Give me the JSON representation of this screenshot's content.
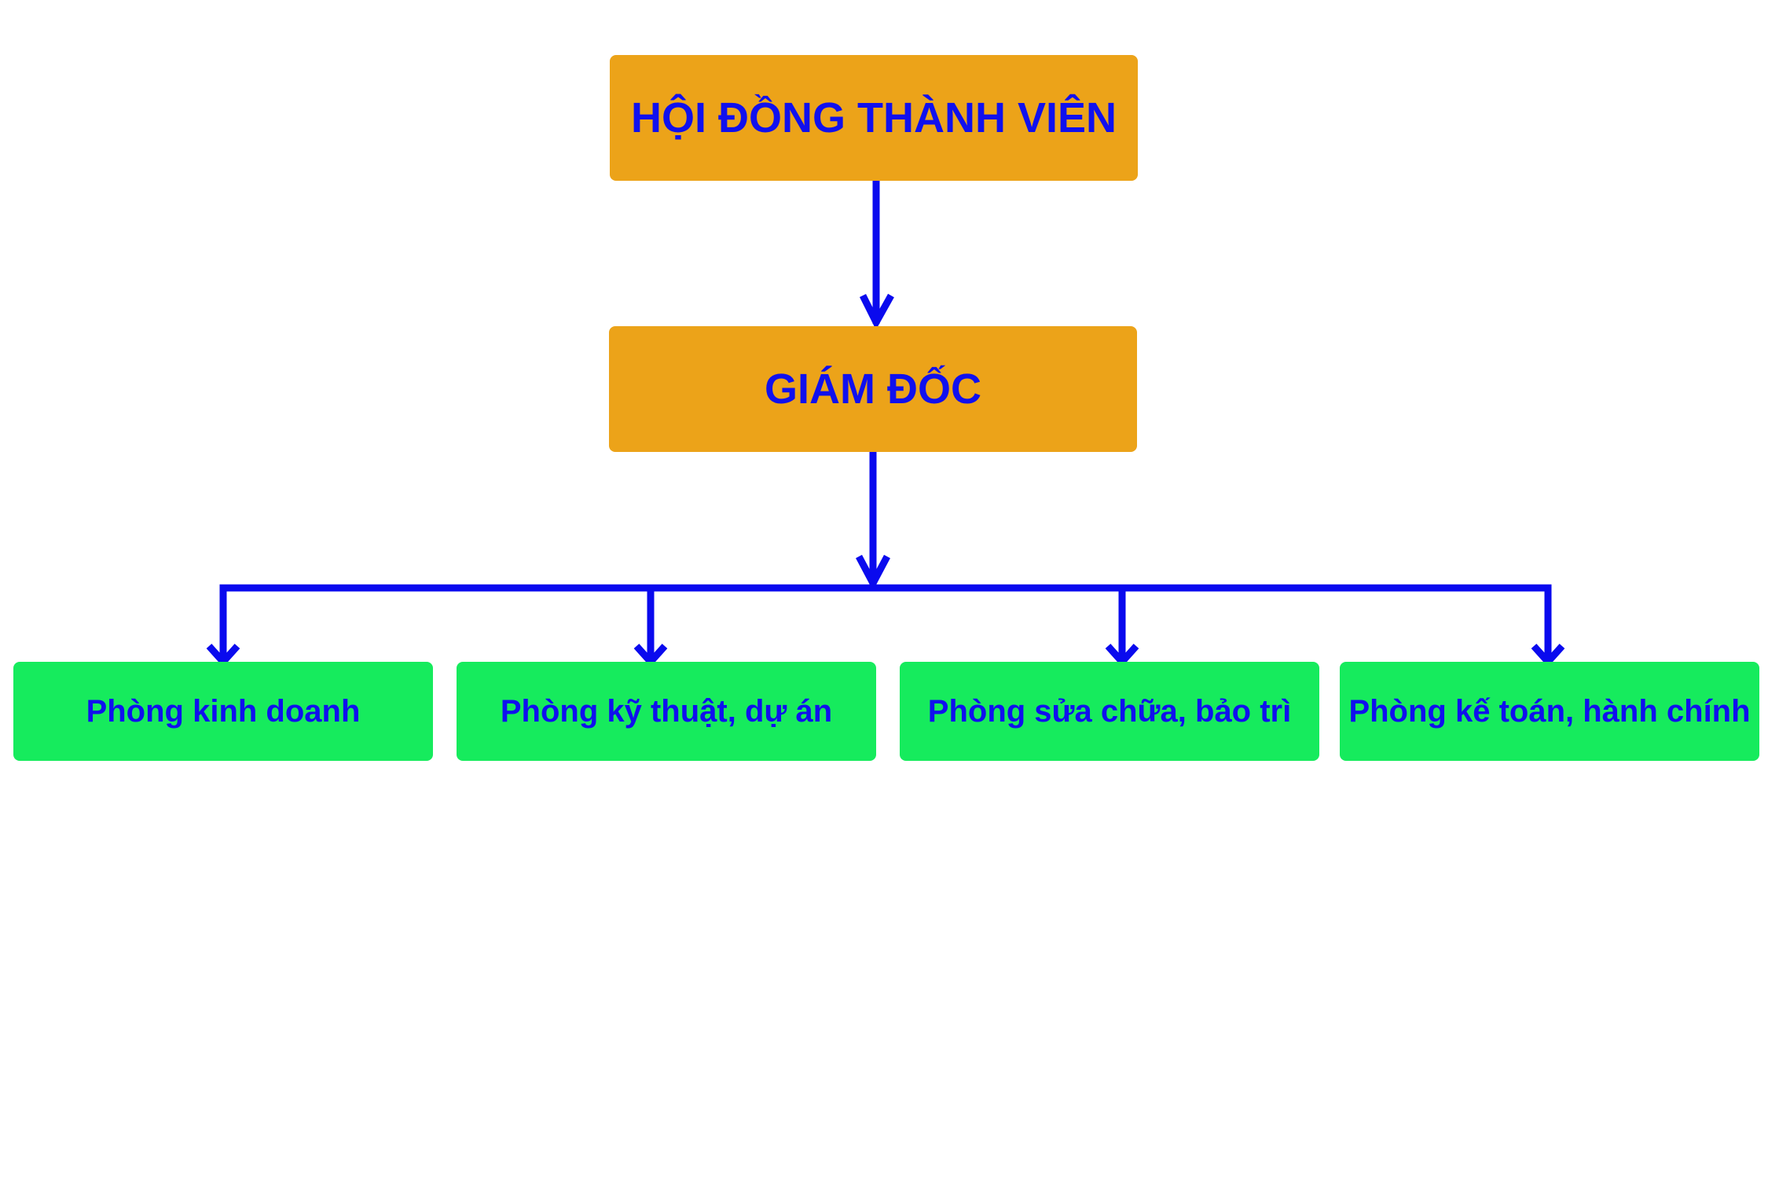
{
  "colors": {
    "leader_fill": "#eca319",
    "department_fill": "#16eb5d",
    "text": "#1010ee",
    "connector": "#0a0aee",
    "background": "#ffffff"
  },
  "org_chart": {
    "top": {
      "label": "HỘI ĐỒNG THÀNH VIÊN"
    },
    "director": {
      "label": "GIÁM ĐỐC"
    },
    "departments": [
      {
        "label": "Phòng kinh doanh"
      },
      {
        "label": "Phòng kỹ thuật, dự án"
      },
      {
        "label": "Phòng sửa chữa, bảo trì"
      },
      {
        "label": "Phòng kế toán, hành chính"
      }
    ]
  }
}
